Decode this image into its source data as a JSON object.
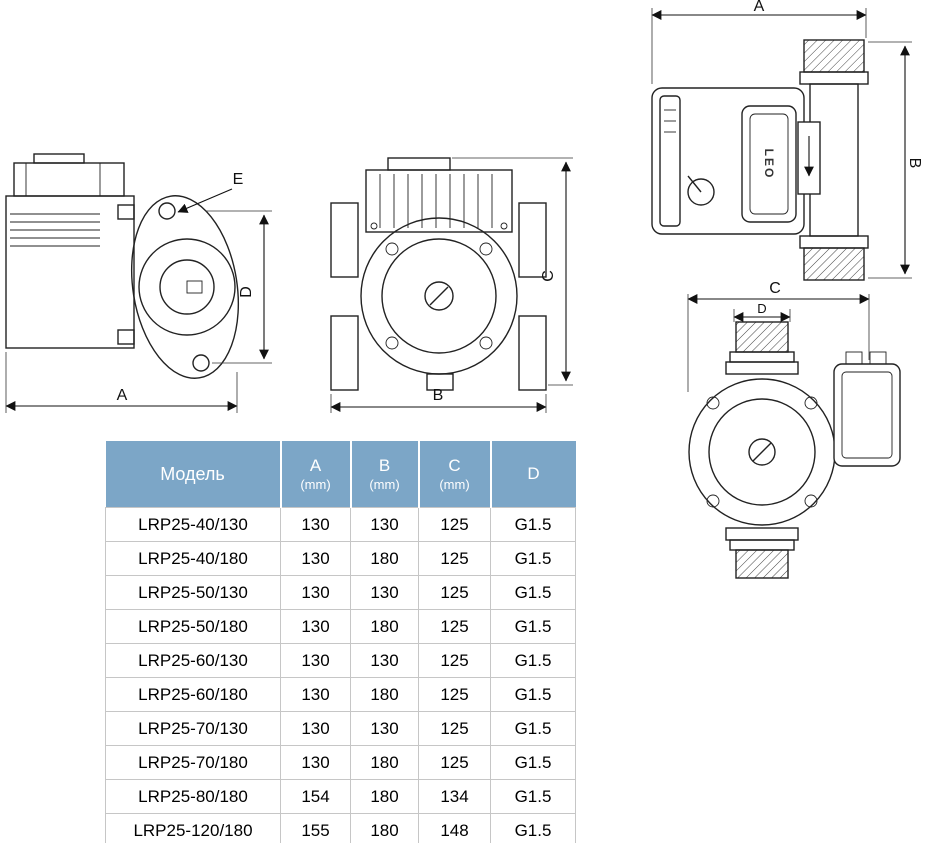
{
  "colors": {
    "line": "#222222",
    "table_header_bg": "#7ca6c7",
    "table_header_text": "#ffffff",
    "table_border": "#c6c6c6"
  },
  "dimension_labels": {
    "a": "A",
    "b": "B",
    "c": "C",
    "d": "D",
    "e": "E"
  },
  "brand": {
    "nameplate": "LEO"
  },
  "table": {
    "headers": [
      {
        "label": "Модель",
        "sub": ""
      },
      {
        "label": "A",
        "sub": "(mm)"
      },
      {
        "label": "B",
        "sub": "(mm)"
      },
      {
        "label": "C",
        "sub": "(mm)"
      },
      {
        "label": "D",
        "sub": ""
      }
    ],
    "rows": [
      [
        "LRP25-40/130",
        "130",
        "130",
        "125",
        "G1.5"
      ],
      [
        "LRP25-40/180",
        "130",
        "180",
        "125",
        "G1.5"
      ],
      [
        "LRP25-50/130",
        "130",
        "130",
        "125",
        "G1.5"
      ],
      [
        "LRP25-50/180",
        "130",
        "180",
        "125",
        "G1.5"
      ],
      [
        "LRP25-60/130",
        "130",
        "130",
        "125",
        "G1.5"
      ],
      [
        "LRP25-60/180",
        "130",
        "180",
        "125",
        "G1.5"
      ],
      [
        "LRP25-70/130",
        "130",
        "130",
        "125",
        "G1.5"
      ],
      [
        "LRP25-70/180",
        "130",
        "180",
        "125",
        "G1.5"
      ],
      [
        "LRP25-80/180",
        "154",
        "180",
        "134",
        "G1.5"
      ],
      [
        "LRP25-120/180",
        "155",
        "180",
        "148",
        "G1.5"
      ]
    ]
  }
}
